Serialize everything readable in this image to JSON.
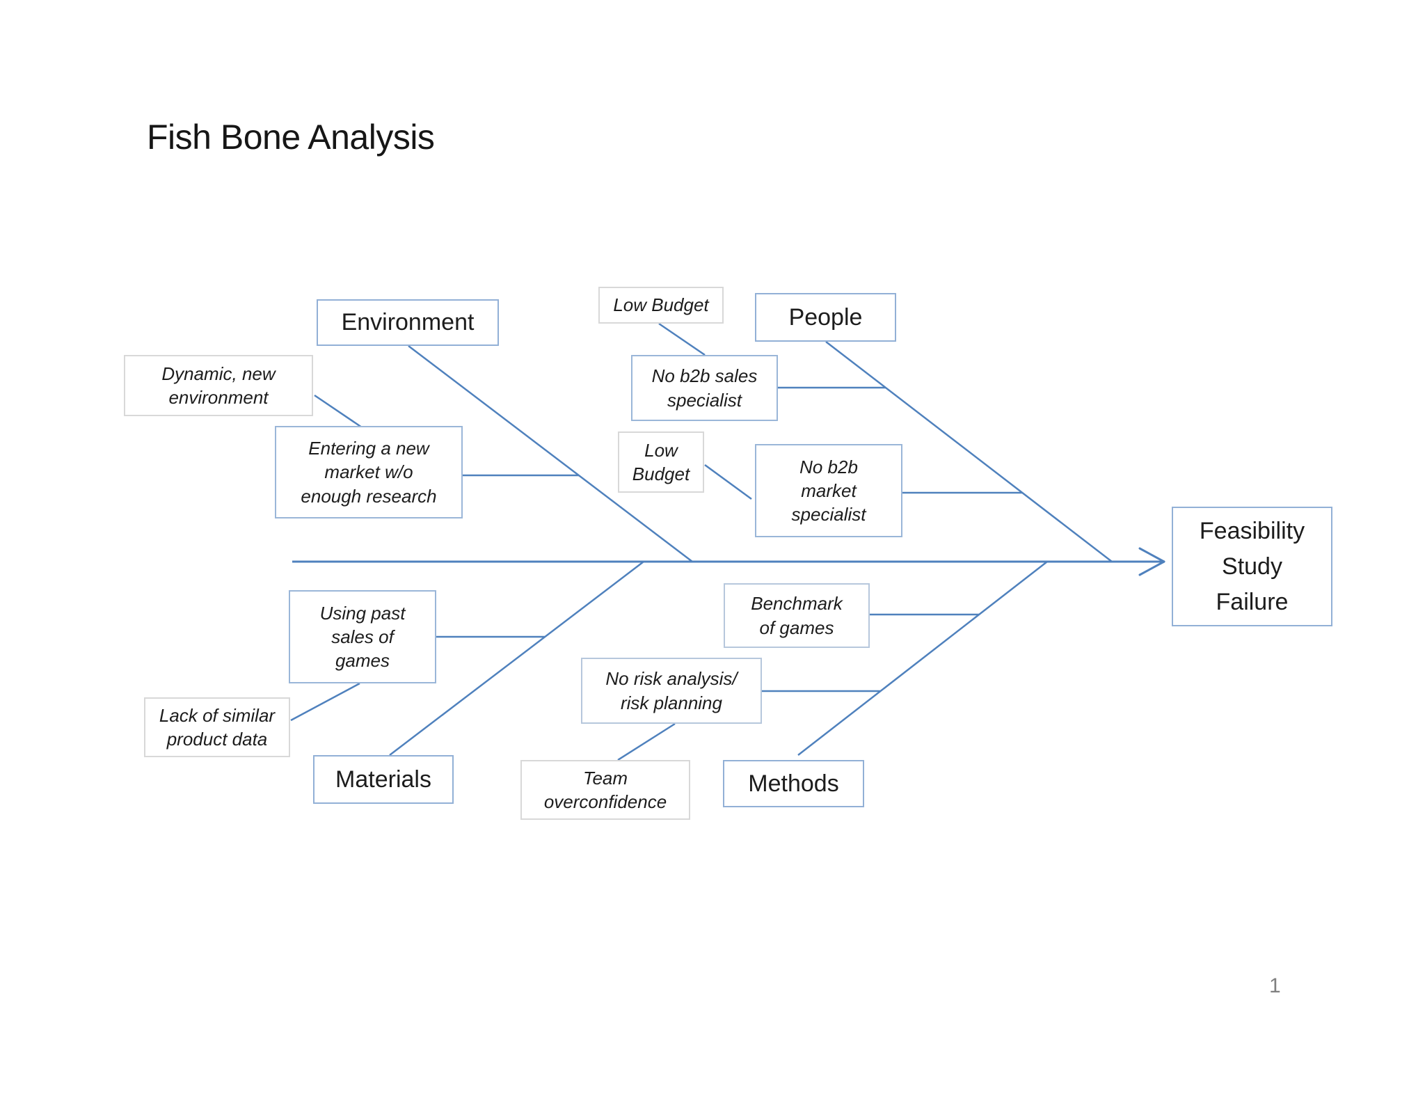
{
  "page": {
    "title": "Fish Bone Analysis",
    "page_number": "1"
  },
  "colors": {
    "background": "#ffffff",
    "line_blue": "#4f81bd",
    "category_border_blue": "#92b0d6",
    "cause_border_light_blue": "#9ab6d8",
    "cause_border_blue_gray": "#b6c7dc",
    "cause_border_gray": "#d8d8d8",
    "text": "#1c1c1c",
    "page_number_gray": "#808080"
  },
  "effect": {
    "label": "Feasibility\nStudy\nFailure"
  },
  "categories": {
    "environment": "Environment",
    "people": "People",
    "materials": "Materials",
    "methods": "Methods"
  },
  "causes": {
    "dynamic_new_environment": "Dynamic, new\nenvironment",
    "entering_new_market": "Entering a new\nmarket w/o\nenough research",
    "low_budget_people_1": "Low Budget",
    "no_b2b_sales_specialist": "No b2b sales\nspecialist",
    "low_budget_people_2": "Low\nBudget",
    "no_b2b_market_specialist": "No b2b\nmarket\nspecialist",
    "using_past_sales_of_games": "Using past\nsales of\ngames",
    "lack_of_similar_product_data": "Lack of similar\nproduct data",
    "benchmark_of_games": "Benchmark\nof games",
    "no_risk_analysis": "No risk analysis/\nrisk planning",
    "team_overconfidence": "Team\noverconfidence"
  },
  "structure": {
    "type": "fishbone",
    "effect": "Feasibility Study Failure",
    "branches": [
      {
        "category": "Environment",
        "causes": [
          "Dynamic, new environment",
          "Entering a new market w/o enough research"
        ]
      },
      {
        "category": "People",
        "causes": [
          "Low Budget",
          "No b2b sales specialist",
          "Low Budget",
          "No b2b market specialist"
        ]
      },
      {
        "category": "Materials",
        "causes": [
          "Lack of similar product data",
          "Using past sales of games"
        ]
      },
      {
        "category": "Methods",
        "causes": [
          "Team overconfidence",
          "No risk analysis/ risk planning",
          "Benchmark of games"
        ]
      }
    ]
  }
}
